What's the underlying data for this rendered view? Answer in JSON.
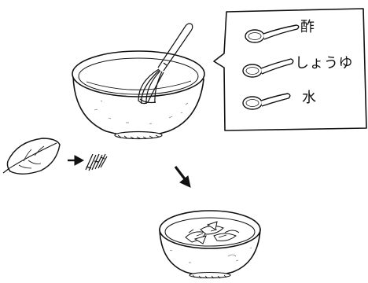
{
  "ingredients": {
    "vinegar": "酢",
    "soy_sauce": "しょうゆ",
    "water": "水"
  }
}
